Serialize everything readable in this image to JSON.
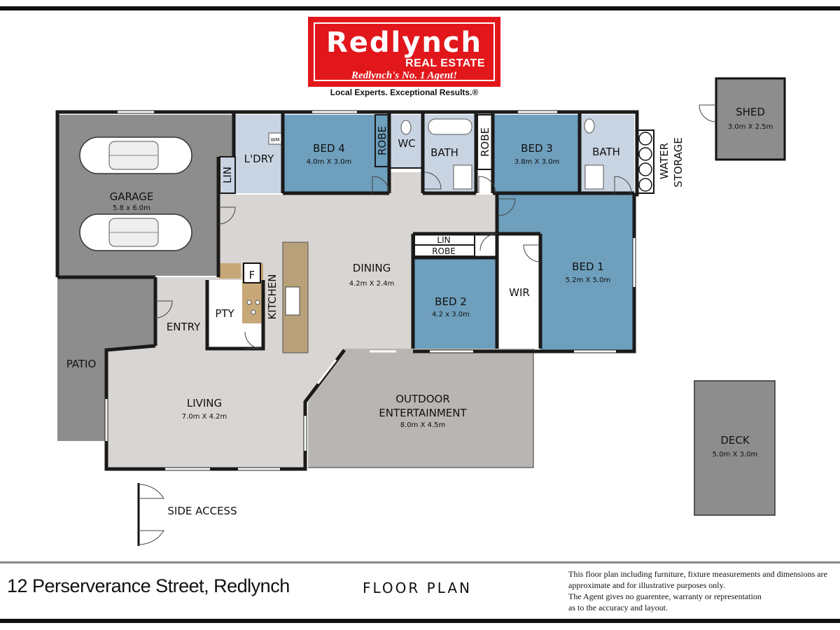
{
  "branding": {
    "name": "Redlynch",
    "sub": "REAL ESTATE",
    "slogan": "Redlynch's No. 1 Agent!",
    "tagline": "Local Experts. Exceptional Results.®",
    "color": "#e2171b"
  },
  "rooms": {
    "garage": {
      "name": "GARAGE",
      "dims": "5.8 x 6.0m"
    },
    "laundry": {
      "name": "L'DRY",
      "wm": "WM"
    },
    "lin_laundry": {
      "name": "LIN"
    },
    "bed4": {
      "name": "BED 4",
      "dims": "4.0m X 3.0m"
    },
    "robe4": {
      "name": "ROBE"
    },
    "wc": {
      "name": "WC"
    },
    "bath1": {
      "name": "BATH"
    },
    "robe3": {
      "name": "ROBE"
    },
    "bed3": {
      "name": "BED 3",
      "dims": "3.8m X 3.0m"
    },
    "bath2": {
      "name": "BATH"
    },
    "water": {
      "name1": "WATER",
      "name2": "STORAGE"
    },
    "shed": {
      "name": "SHED",
      "dims": "3.0m X 2.5m"
    },
    "dining": {
      "name": "DINING",
      "dims": "4.2m X 2.4m"
    },
    "kitchen": {
      "name": "KITCHEN"
    },
    "fridge": {
      "name": "F"
    },
    "pantry": {
      "name": "PTY"
    },
    "entry": {
      "name": "ENTRY"
    },
    "patio": {
      "name": "PATIO"
    },
    "lin_hall": {
      "name": "LIN"
    },
    "robe2": {
      "name": "ROBE"
    },
    "bed2": {
      "name": "BED 2",
      "dims": "4.2 x 3.0m"
    },
    "wir": {
      "name": "WIR"
    },
    "bed1": {
      "name": "BED 1",
      "dims": "5.2m X 5.0m"
    },
    "living": {
      "name": "LIVING",
      "dims": "7.0m X 4.2m"
    },
    "outdoor": {
      "name1": "OUTDOOR",
      "name2": "ENTERTAINMENT",
      "dims": "8.0m X 4.5m"
    },
    "deck": {
      "name": "DECK",
      "dims": "5.0m X 3.0m"
    },
    "side_access": {
      "name": "SIDE ACCESS"
    }
  },
  "footer": {
    "address": "12 Perserverance Street, Redlynch",
    "title": "FLOOR PLAN",
    "disclaimer": [
      "This floor plan including furniture, fixture measurements and dimensions are",
      "approximate and for illustrative purposes only.",
      "The Agent gives no guarentee, warranty or representation",
      "as to the accuracy and layout."
    ]
  },
  "colors": {
    "bedroom": "#6e9fbd",
    "wet_area": "#c8d4e2",
    "living": "#d9d5d2",
    "outdoor": "#b9b5b2",
    "external": "#8d8d8d",
    "wall": "#1a1a1a"
  }
}
